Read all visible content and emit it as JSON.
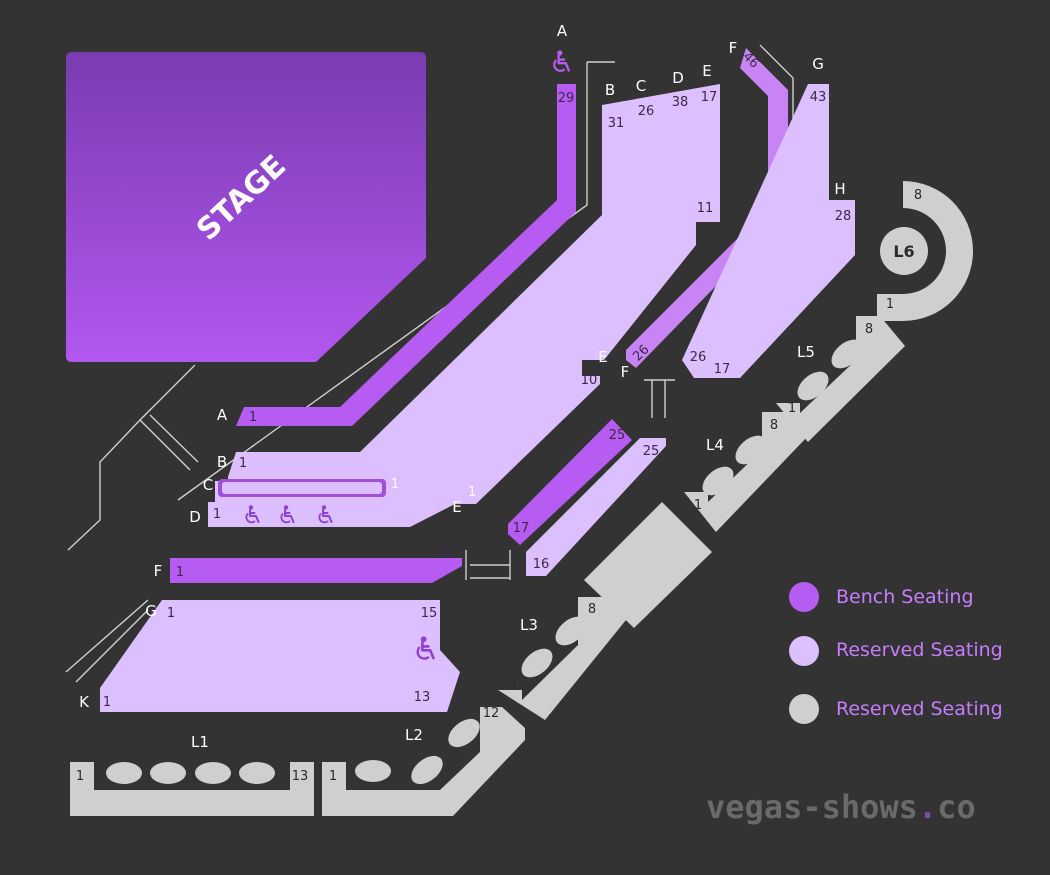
{
  "stage": {
    "label": "STAGE"
  },
  "sections": {
    "A": {
      "label": "A",
      "first": "1",
      "last": "29"
    },
    "B": {
      "label": "B",
      "first": "1",
      "last": "31"
    },
    "C": {
      "label": "C",
      "first": "1",
      "last": "26"
    },
    "D": {
      "label": "D",
      "first": "1",
      "last": "38"
    },
    "E": {
      "label": "E",
      "first": "1",
      "last": "17",
      "mid1": "11",
      "mid2": "10"
    },
    "F": {
      "label": "F",
      "first": "1",
      "last": "16",
      "right_first": "26",
      "right_last": "46"
    },
    "G": {
      "label": "G",
      "first": "1",
      "last": "15",
      "right_last": "43"
    },
    "H": {
      "label": "H",
      "first": "17",
      "mid": "26",
      "last": "28"
    },
    "K": {
      "label": "K",
      "first": "1",
      "last": "13"
    },
    "E_island": {
      "first": "17",
      "last": "25"
    },
    "F_island": {
      "first": "16",
      "last": "25"
    }
  },
  "loges": {
    "L1": {
      "label": "L1",
      "first": "1",
      "last": "13"
    },
    "L2": {
      "label": "L2",
      "first": "1",
      "last": "12"
    },
    "L3": {
      "label": "L3",
      "first": "1",
      "last": "8"
    },
    "L4": {
      "label": "L4",
      "first": "1",
      "last": "8"
    },
    "L5": {
      "label": "L5",
      "first": "1",
      "last": "8"
    },
    "L6": {
      "label": "L6",
      "first": "1",
      "last": "8"
    }
  },
  "legend": [
    {
      "label": "Bench Seating",
      "color": "#b65cf2"
    },
    {
      "label": "Reserved Seating",
      "color": "#dcbfff"
    },
    {
      "label": "Reserved Seating",
      "color": "#cfcfcf"
    }
  ],
  "watermark": {
    "text_main": "vegas-shows",
    "text_dot": ".",
    "text_tld": "co"
  },
  "icons": [
    "wheelchair-icon"
  ]
}
